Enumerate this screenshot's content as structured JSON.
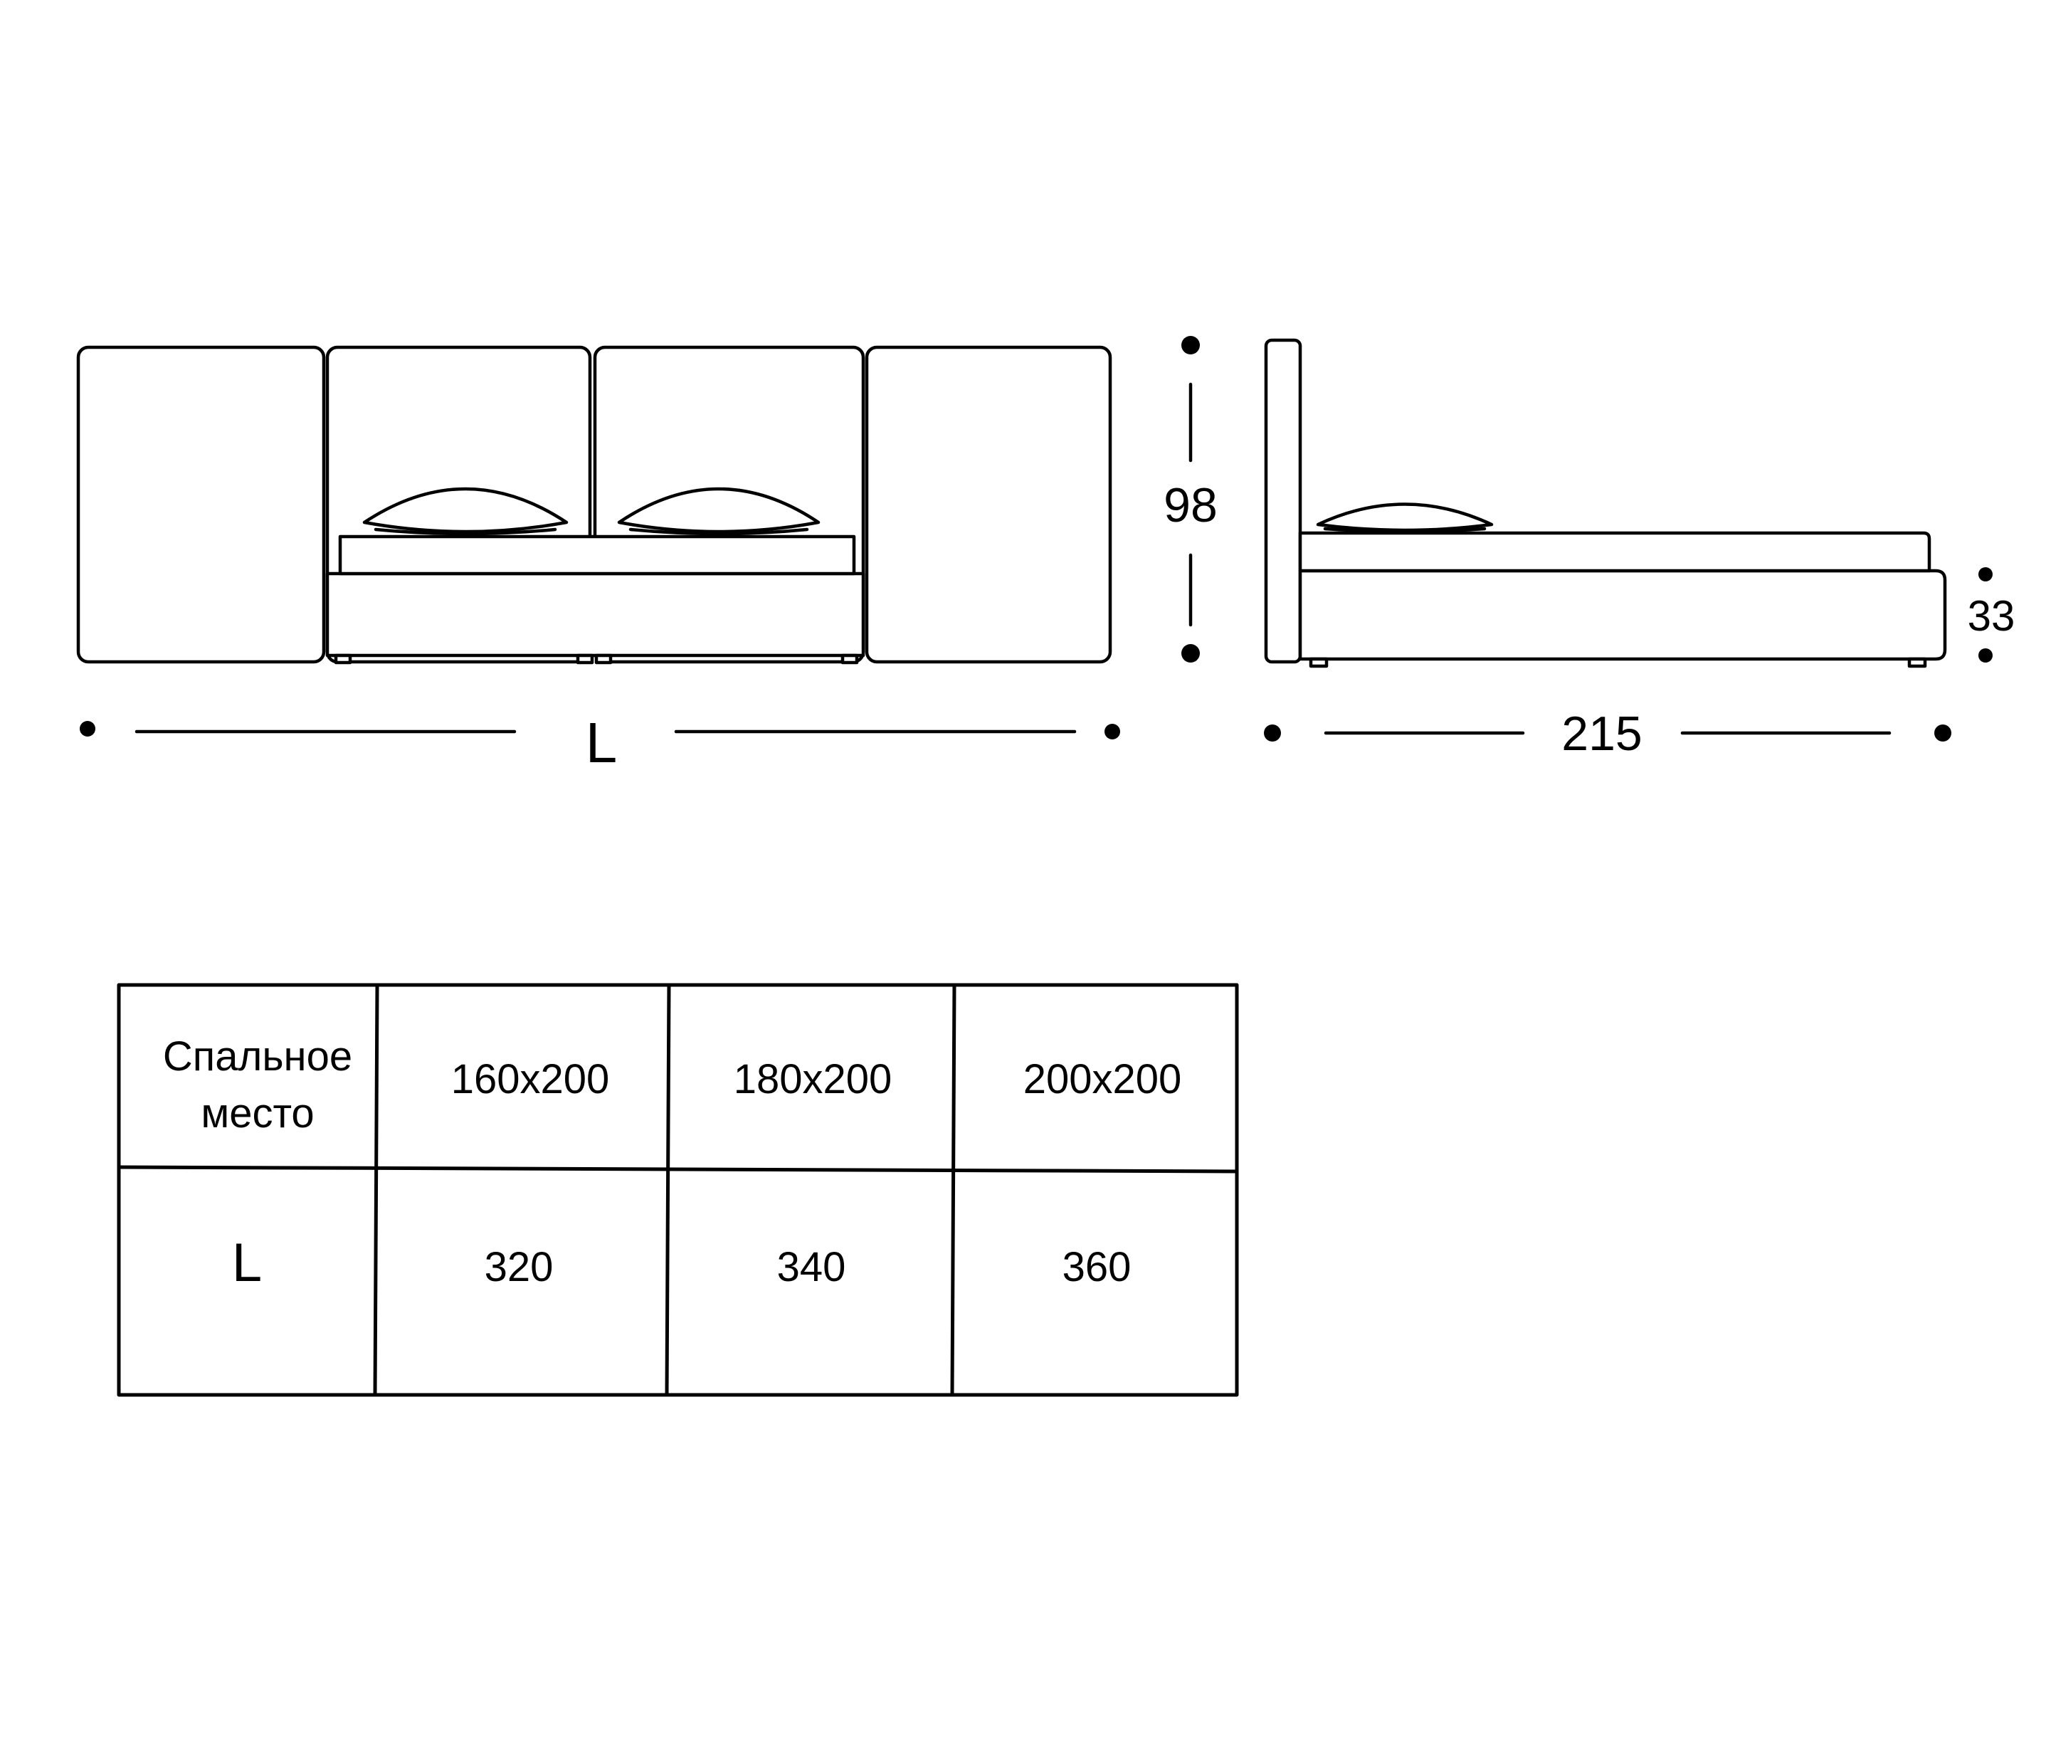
{
  "dimensions": {
    "front_length_label": "L",
    "height_label": "98",
    "side_depth_label": "215",
    "frame_height_label": "33"
  },
  "table": {
    "header": {
      "row_label_line1": "Спальное",
      "row_label_line2": "место",
      "sizes": [
        "160x200",
        "180x200",
        "200x200"
      ]
    },
    "row": {
      "label": "L",
      "values": [
        "320",
        "340",
        "360"
      ]
    }
  },
  "colors": {
    "line": "#000000",
    "background": "#ffffff"
  }
}
